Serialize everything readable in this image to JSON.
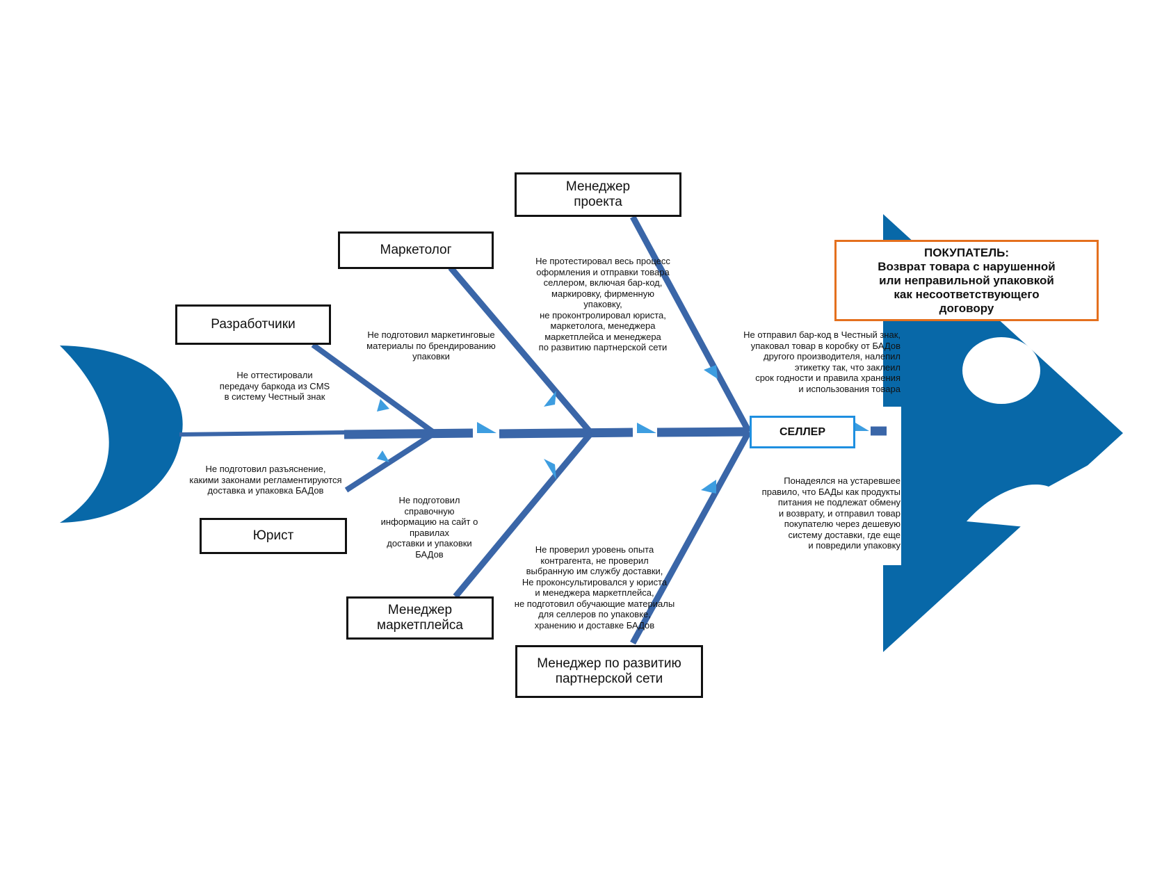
{
  "colors": {
    "fish": "#0868a8",
    "bone": "#3a66a8",
    "arrow": "#3d9de0",
    "box_border": "#111111",
    "seller_border": "#1e8fe0",
    "effect_border": "#e4701e"
  },
  "effect": {
    "line1": "ПОКУПАТЕЛЬ:",
    "line2": "Возврат товара с нарушенной\nили неправильной упаковкой\nкак несоответствующего\nдоговору"
  },
  "categories": {
    "developers": "Разработчики",
    "marketer": "Маркетолог",
    "project_manager": "Менеджер\nпроекта",
    "lawyer": "Юрист",
    "marketplace_manager": "Менеджер\nмаркетплейса",
    "partner_manager": "Менеджер по развитию\nпартнерской сети",
    "seller": "СЕЛЛЕР"
  },
  "causes": {
    "developers": "Не оттестировали\nпередачу баркода из CMS\nв систему Честный знак",
    "marketer": "Не подготовил маркетинговые\nматериалы по брендированию\nупаковки",
    "project_manager": "Не протестировал весь процесс\nоформления и отправки товара\nселлером, включая бар-код,\nмаркировку, фирменную\nупаковку,\nне проконтролировал юриста,\nмаркетолога, менеджера\nмаркетплейса и менеджера\nпо развитию партнерской сети",
    "seller_top": "Не отправил бар-код в Честный знак,\nупаковал товар в коробку от БАДов\nдругого производителя, налепил\nэтикетку так, что заклеил\nсрок годности и правила хранения\nи использования товара",
    "lawyer": "Не подготовил разъяснение,\nкакими законами регламентируются\nдоставка и упаковка БАДов",
    "marketplace_manager": "Не подготовил\nсправочную\nинформацию на сайт о\nправилах\nдоставки и упаковки\nБАДов",
    "partner_manager": "Не проверил уровень опыта\nконтрагента, не проверил\nвыбранную им службу доставки,\nНе проконсультировался у юриста\nи менеджера маркетплейса,\nне подготовил обучающие материалы\nдля селлеров по упаковке,\nхранению и доставке БАДов",
    "seller_bottom": "Понадеялся на устаревшее\nправило, что БАДы как продукты\nпитания не подлежат обмену\nи возврату, и отправил товар\nпокупателю через дешевую\nсистему доставки, где еще\nи повредили упаковку"
  }
}
